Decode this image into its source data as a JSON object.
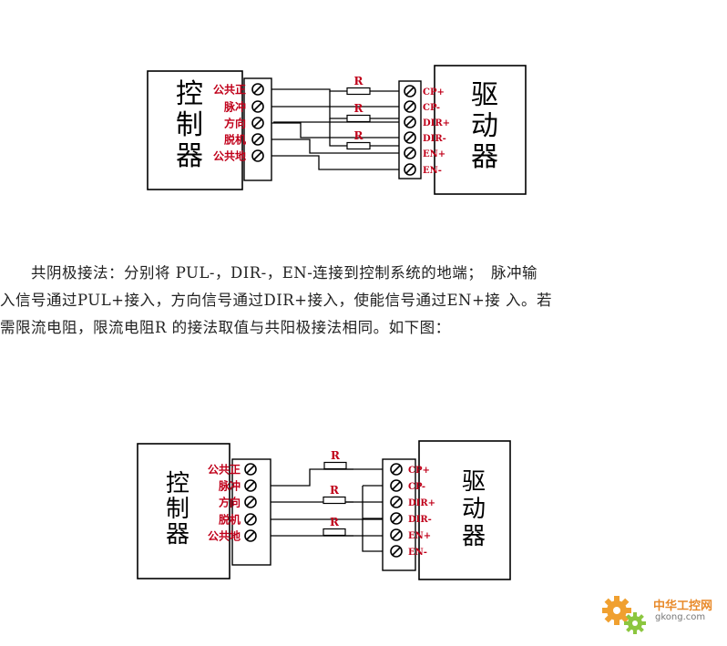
{
  "diagram_top": {
    "controller_label": [
      "控",
      "制",
      "器"
    ],
    "driver_label": [
      "驱",
      "动",
      "器"
    ],
    "controller_terminals": [
      "公共正",
      "脉冲",
      "方向",
      "脱机",
      "公共地"
    ],
    "driver_terminals": [
      "CP+",
      "CP-",
      "DIR+",
      "DIR-",
      "EN+",
      "EN-"
    ],
    "resistor_label": "R"
  },
  "description": {
    "lines": [
      "　　共阴极接法：分别将 PUL-，DIR-，EN-连接到控制系统的地端；　脉冲输",
      "入信号通过PUL+接入，方向信号通过DIR+接入，使能信号通过EN+接 入。若",
      "需限流电阻，限流电阻R 的接法取值与共阳极接法相同。如下图："
    ]
  },
  "diagram_bottom": {
    "controller_label": [
      "控",
      "制",
      "器"
    ],
    "driver_label": [
      "驱",
      "动",
      "器"
    ],
    "controller_terminals": [
      "公共正",
      "脉冲",
      "方向",
      "脱机",
      "公共地"
    ],
    "driver_terminals": [
      "CP+",
      "CP-",
      "DIR+",
      "DIR-",
      "EN+",
      "EN-"
    ],
    "resistor_label": "R"
  },
  "watermark": {
    "name": "中华工控网",
    "url": "gkong.com"
  },
  "colors": {
    "label_red": "#c0001a",
    "line": "#000000",
    "watermark_orange": "#e88a2a"
  }
}
